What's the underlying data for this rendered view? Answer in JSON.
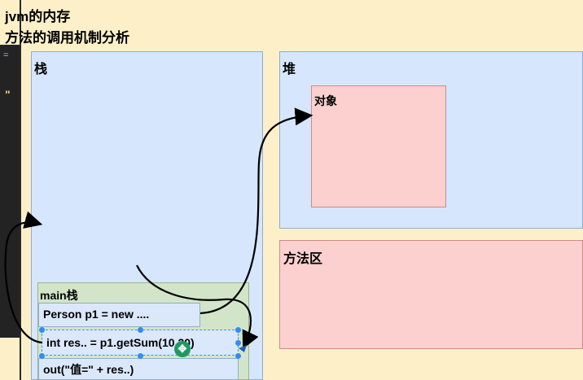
{
  "title": {
    "line1": "jvm的内存",
    "line2": "方法的调用机制分析"
  },
  "editor_strip": {
    "glyph": "\"",
    "top_glyph": "="
  },
  "regions": {
    "stack": "栈",
    "heap": "堆",
    "object": "对象",
    "method_area": "方法区"
  },
  "main_frame": {
    "label": "main栈",
    "rows": [
      "Person p1 = new ....",
      "int res.. = p1.getSum(10,20)",
      "out(\"值=\" + res..)"
    ]
  },
  "icons": {
    "drag_handle": "move-icon"
  },
  "colors": {
    "background": "#fdf0c9",
    "region_blue": "#d6e6fc",
    "object_pink": "#fbd0cf",
    "frame_green": "#d3e5c9",
    "selection": "#2f8ef0"
  }
}
